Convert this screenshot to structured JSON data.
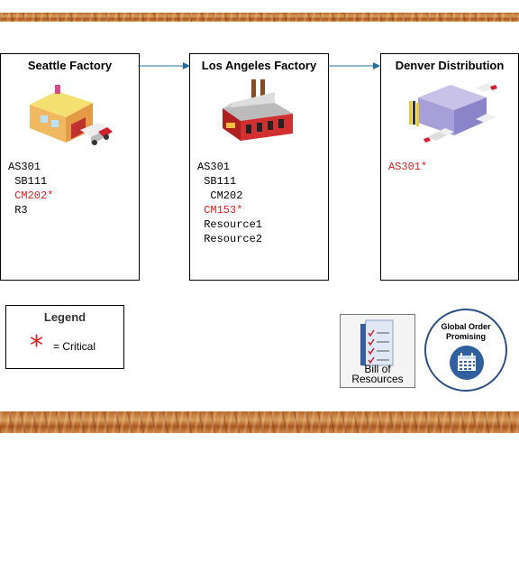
{
  "nodes": [
    {
      "title": "Seattle Factory",
      "icon": "warehouse-truck-icon",
      "items": [
        {
          "text": "AS301",
          "critical": false
        },
        {
          "text": " SB111",
          "critical": false
        },
        {
          "text": " CM202*",
          "critical": true
        },
        {
          "text": " R3",
          "critical": false
        }
      ]
    },
    {
      "title": "Los Angeles Factory",
      "icon": "factory-icon",
      "items": [
        {
          "text": "AS301",
          "critical": false
        },
        {
          "text": " SB111",
          "critical": false
        },
        {
          "text": "  CM202",
          "critical": false
        },
        {
          "text": " CM153*",
          "critical": true
        },
        {
          "text": " Resource1",
          "critical": false
        },
        {
          "text": " Resource2",
          "critical": false
        }
      ]
    },
    {
      "title": "Denver Distribution",
      "icon": "distribution-center-icon",
      "items": [
        {
          "text": "AS301*",
          "critical": true
        }
      ]
    }
  ],
  "legend": {
    "title": "Legend",
    "symbol": "*",
    "text": "= Critical"
  },
  "bill_of_resources": {
    "label_line1": "Bill of",
    "label_line2": "Resources",
    "icon": "checklist-document-icon"
  },
  "global_order_promising": {
    "line1": "Global Order",
    "line2": "Promising",
    "icon": "calendar-icon"
  },
  "colors": {
    "critical": "#e02020",
    "arrow": "#1f6fa0",
    "gop_badge": "#2f5f9e"
  }
}
